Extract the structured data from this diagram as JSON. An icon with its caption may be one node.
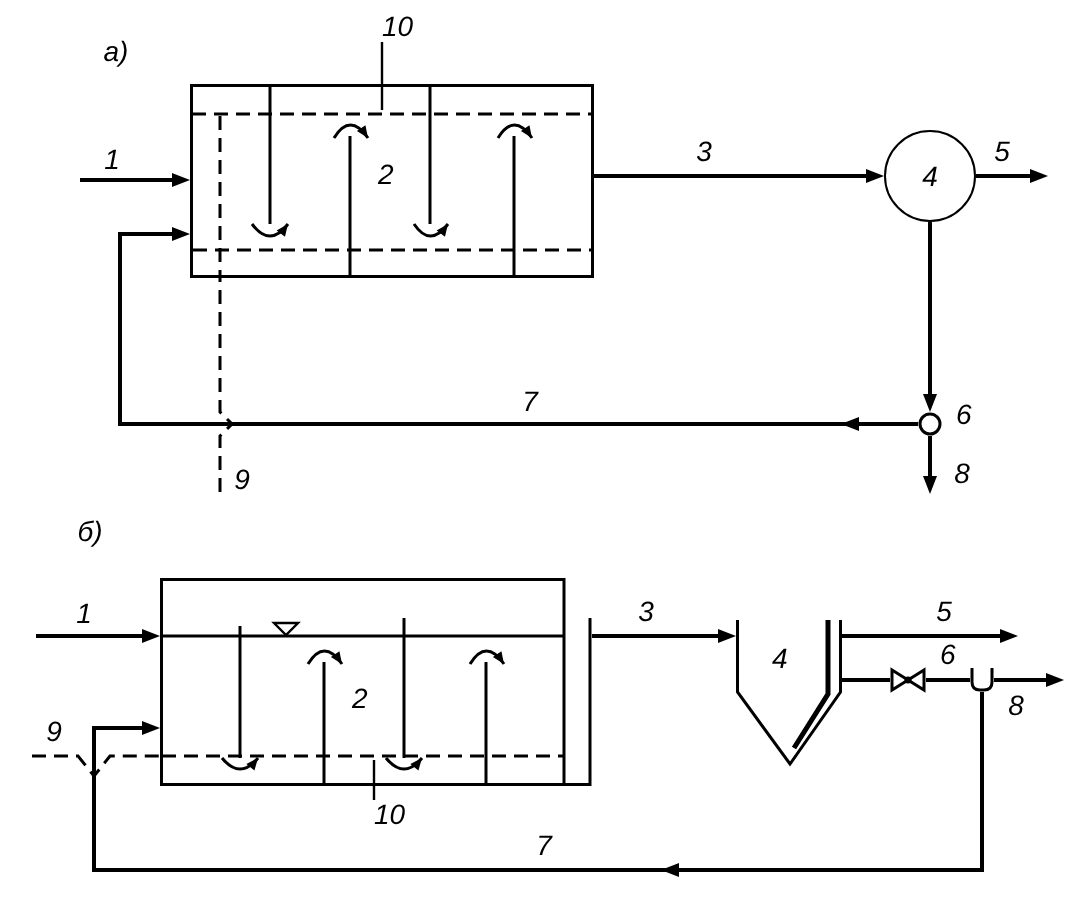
{
  "diagram": {
    "nodes": [
      {
        "text": [
          "10"
        ]
      },
      {
        "text": [
          "2"
        ]
      },
      {
        "text": [],
        "shape": "pipe",
        "in": 1
      },
      {
        "text": [
          "4"
        ]
      },
      {
        "text": [],
        "shape": "circle",
        "beside": [
          "6"
        ]
      },
      {
        "text": [
          "2"
        ]
      },
      {
        "text": [],
        "shape": "pipe",
        "in": 5
      },
      {
        "text": [
          "4"
        ]
      },
      {
        "text": [],
        "shape": "valve"
      },
      {
        "text": [],
        "shape": "tee",
        "beside": [
          "6"
        ]
      },
      {
        "text": [
          "10"
        ]
      }
    ],
    "edges": [
      {
        "from": null,
        "to": 1,
        "arrow": "to",
        "label": "1"
      },
      {
        "from": 1,
        "to": 3,
        "arrow": "to",
        "label": "3"
      },
      {
        "from": 3,
        "to": null,
        "arrow": "to",
        "label": "5"
      },
      {
        "from": 3,
        "to": 4,
        "arrow": "to"
      },
      {
        "from": 4,
        "to": 1,
        "arrow": "to",
        "label": "7"
      },
      {
        "from": 4,
        "to": null,
        "arrow": "to",
        "label": "8"
      },
      {
        "from": null,
        "to": 1,
        "arrow": "none",
        "label": "9",
        "style": "dashed"
      },
      {
        "from": 0,
        "to": 2,
        "arrow": "none"
      },
      {
        "from": null,
        "to": 5,
        "arrow": "to",
        "label": "1"
      },
      {
        "from": 5,
        "to": 7,
        "arrow": "to",
        "label": "3"
      },
      {
        "from": 7,
        "to": null,
        "arrow": "to",
        "label": "5"
      },
      {
        "from": 7,
        "to": 8,
        "arrow": "none"
      },
      {
        "from": 8,
        "to": 9,
        "arrow": "none"
      },
      {
        "from": 9,
        "to": null,
        "arrow": "to",
        "label": "8"
      },
      {
        "from": 9,
        "to": 5,
        "arrow": "to",
        "label": "7"
      },
      {
        "from": null,
        "to": 6,
        "arrow": "none",
        "label": "9",
        "style": "dashed"
      },
      {
        "from": 10,
        "to": 6,
        "arrow": "none"
      }
    ],
    "labels": [
      "а)",
      "б)"
    ]
  }
}
